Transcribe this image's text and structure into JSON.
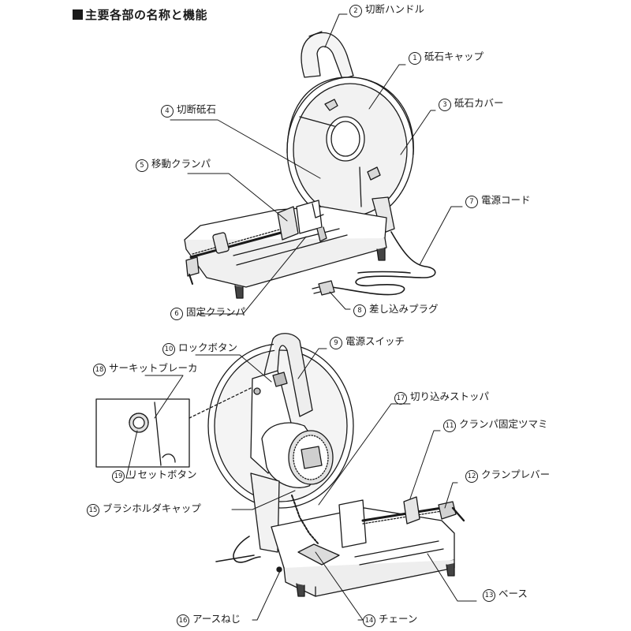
{
  "title": "主要各部の名称と機能",
  "parts": [
    {
      "no": "1",
      "name": "砥石キャップ"
    },
    {
      "no": "2",
      "name": "切断ハンドル"
    },
    {
      "no": "3",
      "name": "砥石カバー"
    },
    {
      "no": "4",
      "name": "切断砥石"
    },
    {
      "no": "5",
      "name": "移動クランパ"
    },
    {
      "no": "6",
      "name": "固定クランパ"
    },
    {
      "no": "7",
      "name": "電源コード"
    },
    {
      "no": "8",
      "name": "差し込みプラグ"
    },
    {
      "no": "9",
      "name": "電源スイッチ"
    },
    {
      "no": "10",
      "name": "ロックボタン"
    },
    {
      "no": "11",
      "name": "クランパ固定ツマミ"
    },
    {
      "no": "12",
      "name": "クランプレバー"
    },
    {
      "no": "13",
      "name": "ベース"
    },
    {
      "no": "14",
      "name": "チェーン"
    },
    {
      "no": "15",
      "name": "ブラシホルダキャップ"
    },
    {
      "no": "16",
      "name": "アースねじ"
    },
    {
      "no": "17",
      "name": "切り込みストッパ"
    },
    {
      "no": "18",
      "name": "サーキットブレーカ"
    },
    {
      "no": "19",
      "name": "リセットボタン"
    }
  ]
}
